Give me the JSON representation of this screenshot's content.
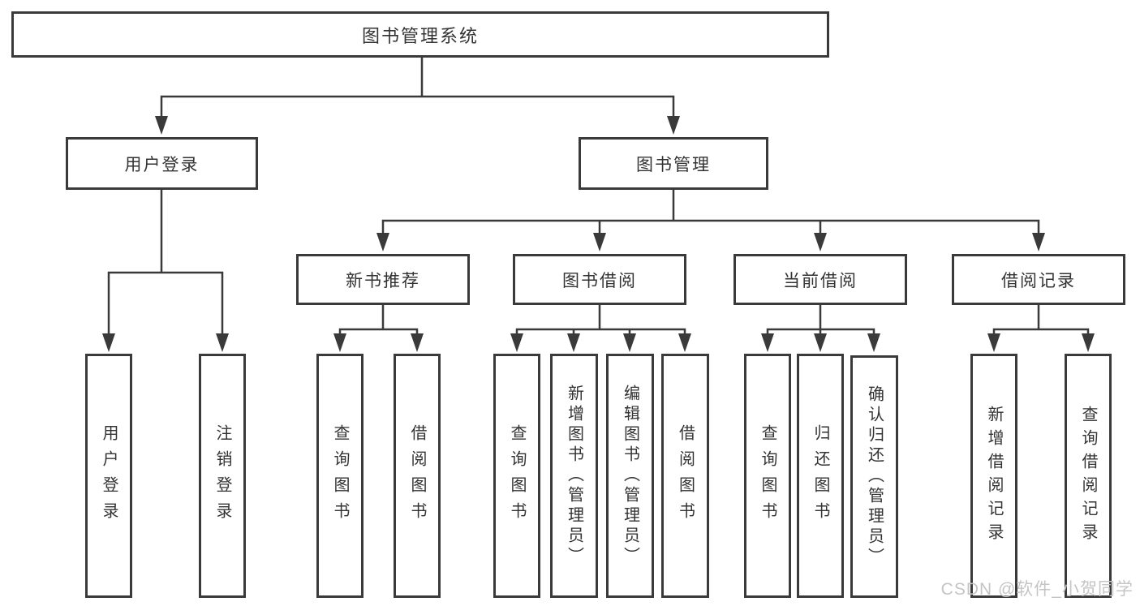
{
  "diagram": {
    "type": "hierarchy-tree",
    "watermark": "CSDN @软件_小贺同学",
    "colors": {
      "line": "#3a3a3a",
      "box_border": "#3a3a3a",
      "box_background": "#ffffff",
      "text": "#333333",
      "watermark": "#c5c5c5",
      "background": "#ffffff"
    },
    "tree": {
      "label": "图书管理系统",
      "children": [
        {
          "label": "用户登录",
          "children": [
            {
              "label": "用户登录"
            },
            {
              "label": "注销登录"
            }
          ]
        },
        {
          "label": "图书管理",
          "children": [
            {
              "label": "新书推荐",
              "children": [
                {
                  "label": "查询图书"
                },
                {
                  "label": "借阅图书"
                }
              ]
            },
            {
              "label": "图书借阅",
              "children": [
                {
                  "label": "查询图书"
                },
                {
                  "label": "新增图书（管理员）"
                },
                {
                  "label": "编辑图书（管理员）"
                },
                {
                  "label": "借阅图书"
                }
              ]
            },
            {
              "label": "当前借阅",
              "children": [
                {
                  "label": "查询图书"
                },
                {
                  "label": "归还图书"
                },
                {
                  "label": "确认归还（管理员）"
                }
              ]
            },
            {
              "label": "借阅记录",
              "children": [
                {
                  "label": "新增借阅记录"
                },
                {
                  "label": "查询借阅记录"
                }
              ]
            }
          ]
        }
      ]
    }
  }
}
